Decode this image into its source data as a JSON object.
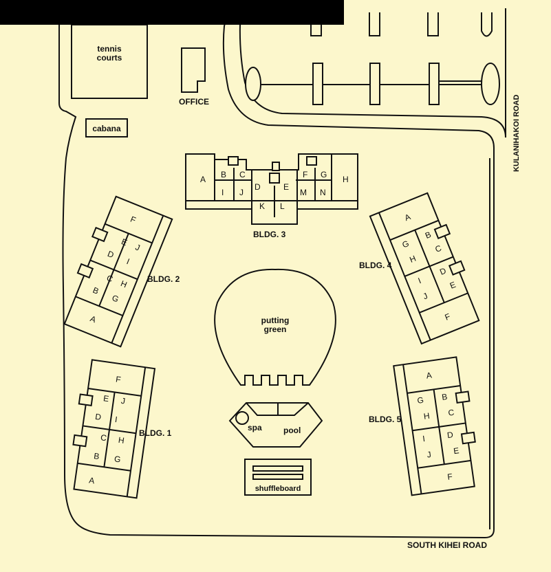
{
  "map": {
    "labels": {
      "tennis": "tennis\ncourts",
      "office": "OFFICE",
      "cabana": "cabana",
      "bldg1": "BLDG. 1",
      "bldg2": "BLDG. 2",
      "bldg3": "BLDG. 3",
      "bldg4": "BLDG. 4",
      "bldg5": "BLDG. 5",
      "putting": "putting\ngreen",
      "spa": "spa",
      "pool": "pool",
      "shuffle": "shuffleboard",
      "kulanihakoi": "KULANIHAKOI ROAD",
      "southkihei": "SOUTH KIHEI ROAD"
    },
    "units": {
      "bldg1": [
        "A",
        "B",
        "C",
        "D",
        "E",
        "F",
        "G",
        "H",
        "I",
        "J"
      ],
      "bldg2": [
        "A",
        "B",
        "C",
        "D",
        "E",
        "F",
        "G",
        "H",
        "I",
        "J"
      ],
      "bldg3": [
        "A",
        "B",
        "C",
        "D",
        "E",
        "F",
        "G",
        "H",
        "I",
        "J",
        "K",
        "L",
        "M",
        "N"
      ],
      "bldg4": [
        "A",
        "B",
        "C",
        "D",
        "E",
        "F",
        "G",
        "H",
        "I",
        "J"
      ],
      "bldg5": [
        "A",
        "B",
        "C",
        "D",
        "E",
        "F",
        "G",
        "H",
        "I",
        "J"
      ]
    },
    "colors": {
      "background": "#fcf7cc",
      "ink": "#111111",
      "redaction": "#000000"
    }
  }
}
